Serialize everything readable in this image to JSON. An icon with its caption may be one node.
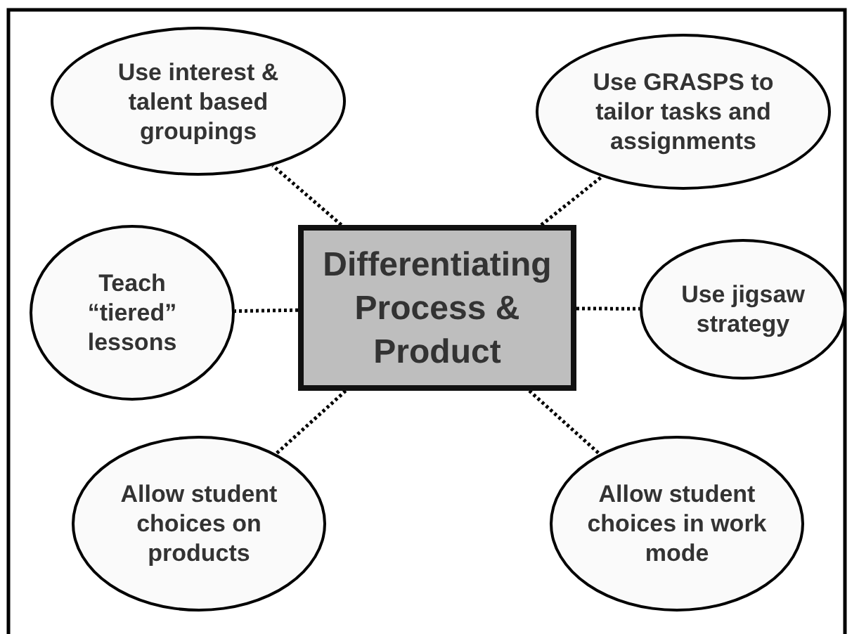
{
  "diagram": {
    "nodes": [
      {
        "text": [
          "Use interest & talent based groupings"
        ]
      },
      {
        "text": [
          "Use GRASPS to tailor tasks and assignments"
        ]
      },
      {
        "text": [
          "Teach “tiered” lessons"
        ]
      },
      {
        "text": [
          "Differentiating Process & Product"
        ]
      },
      {
        "text": [
          "Use jigsaw strategy"
        ]
      },
      {
        "text": [
          "Allow student choices on products"
        ]
      },
      {
        "text": [
          "Allow student choices in work mode"
        ]
      }
    ],
    "edges": [
      {
        "from": 3,
        "to": 0,
        "arrow": "none",
        "style": "dashed"
      },
      {
        "from": 3,
        "to": 1,
        "arrow": "none",
        "style": "dashed"
      },
      {
        "from": 3,
        "to": 2,
        "arrow": "none",
        "style": "dashed"
      },
      {
        "from": 3,
        "to": 4,
        "arrow": "none",
        "style": "dashed"
      },
      {
        "from": 3,
        "to": 5,
        "arrow": "none",
        "style": "dashed"
      },
      {
        "from": 3,
        "to": 6,
        "arrow": "none",
        "style": "dashed"
      }
    ]
  }
}
